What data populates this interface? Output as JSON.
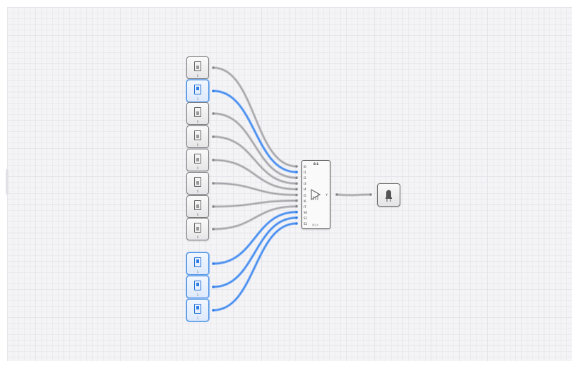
{
  "switches": [
    {
      "value": "0",
      "on": false
    },
    {
      "value": "1",
      "on": true
    },
    {
      "value": "0",
      "on": false
    },
    {
      "value": "0",
      "on": false
    },
    {
      "value": "0",
      "on": false
    },
    {
      "value": "0",
      "on": false
    },
    {
      "value": "0",
      "on": false
    },
    {
      "value": "0",
      "on": false
    },
    {
      "value": "1",
      "on": true
    },
    {
      "value": "1",
      "on": true
    },
    {
      "value": "1",
      "on": true
    }
  ],
  "mux": {
    "title": "8:1",
    "label": "MUX",
    "output": "Y",
    "inputs": [
      "I0",
      "I1",
      "I2",
      "I3",
      "I4",
      "I5",
      "I6",
      "I7",
      "S0",
      "S1",
      "S2"
    ]
  },
  "output_led": {
    "on": false
  },
  "colors": {
    "wire_on": "#3d85ea",
    "wire_off": "#a0a0a4"
  }
}
